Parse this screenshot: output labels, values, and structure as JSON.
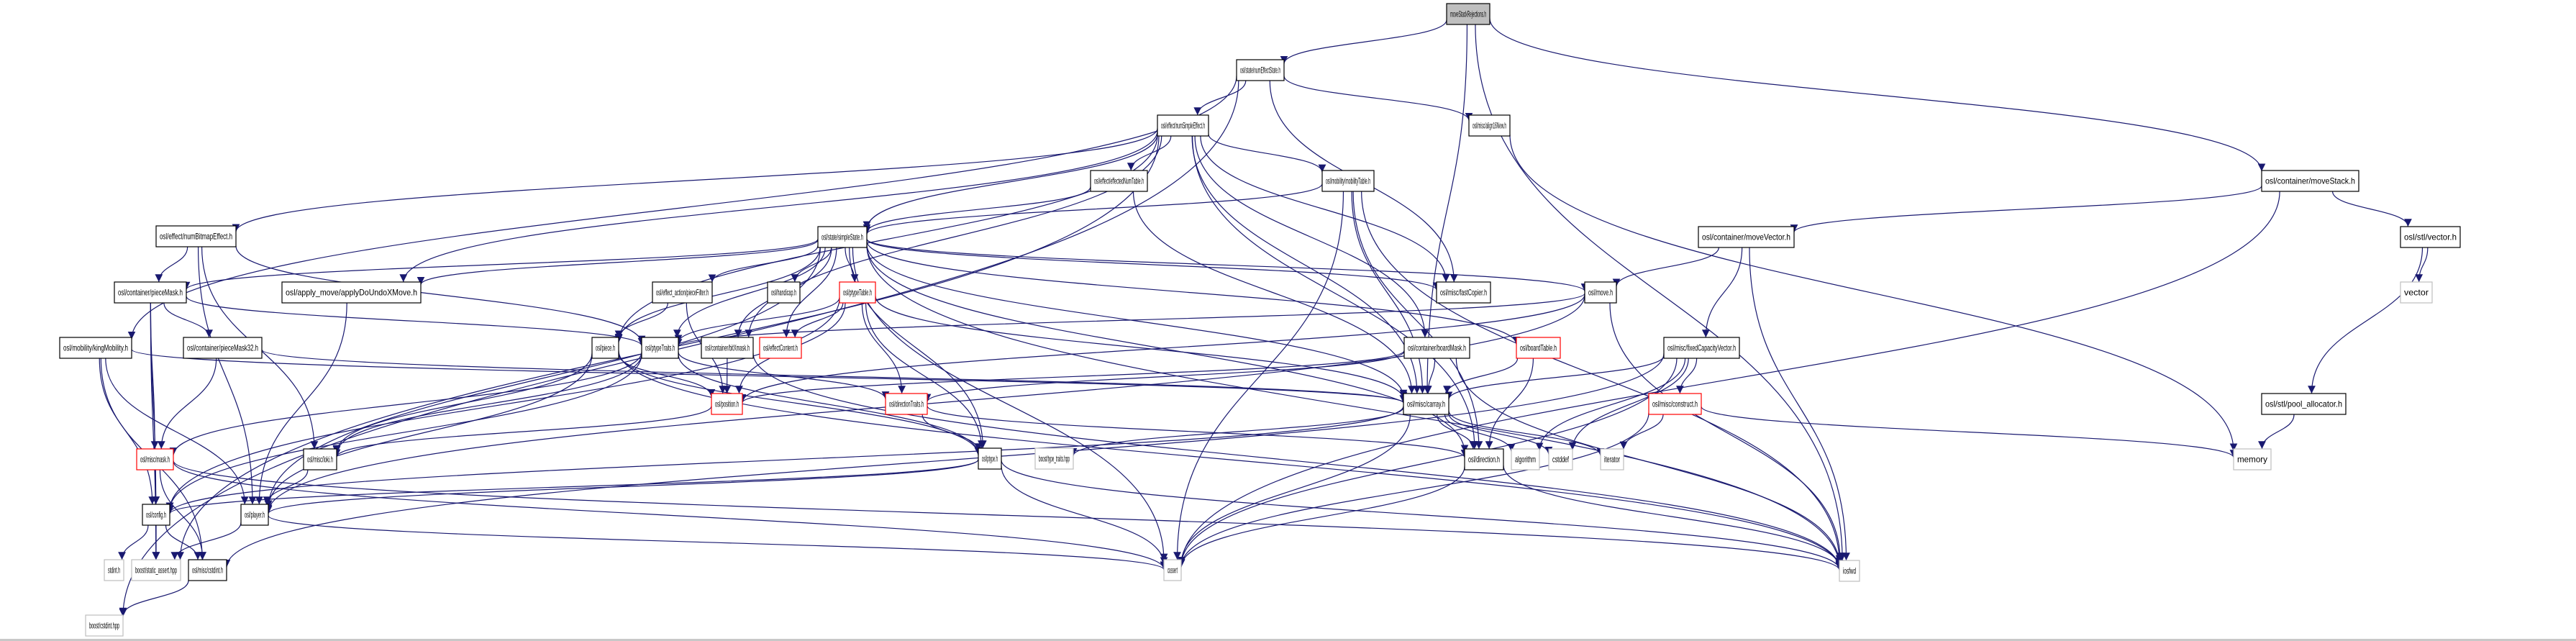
{
  "graph": {
    "title": "moveStackRejections.h include dependency graph",
    "edge_color": "#191970",
    "legend_colors": {
      "root_fill": "#bfbfbf",
      "documented_border": "#000000",
      "undocumented_border": "#ff0000",
      "external_border": "#bfbfbf"
    },
    "nodes": [
      {
        "id": "moveStackRejections",
        "label": "moveStackRejections.h",
        "kind": "root"
      },
      {
        "id": "numEffectState",
        "label": "osl/state/numEffectState.h",
        "kind": "doc"
      },
      {
        "id": "numSimpleEffect",
        "label": "osl/effect/numSimpleEffect.h",
        "kind": "doc"
      },
      {
        "id": "align16New",
        "label": "osl/misc/align16New.h",
        "kind": "doc"
      },
      {
        "id": "moveStack",
        "label": "osl/container/moveStack.h",
        "kind": "doc"
      },
      {
        "id": "numBitmapEffect",
        "label": "osl/effect/numBitmapEffect.h",
        "kind": "doc"
      },
      {
        "id": "effectedNumTable",
        "label": "osl/effect/effectedNumTable.h",
        "kind": "doc"
      },
      {
        "id": "mobilityTable",
        "label": "osl/mobility/mobilityTable.h",
        "kind": "doc"
      },
      {
        "id": "simpleState",
        "label": "osl/state/simpleState.h",
        "kind": "doc"
      },
      {
        "id": "moveVector",
        "label": "osl/container/moveVector.h",
        "kind": "doc"
      },
      {
        "id": "stlVector",
        "label": "osl/stl/vector.h",
        "kind": "doc"
      },
      {
        "id": "pieceMask",
        "label": "osl/container/pieceMask.h",
        "kind": "doc"
      },
      {
        "id": "applyDoUndoXMove",
        "label": "osl/apply_move/applyDoUndoXMove.h",
        "kind": "doc"
      },
      {
        "id": "pieceFilter",
        "label": "osl/effect_action/pieceFilter.h",
        "kind": "doc"
      },
      {
        "id": "handicap",
        "label": "osl/handicap.h",
        "kind": "doc"
      },
      {
        "id": "ptypeTable",
        "label": "osl/ptypeTable.h",
        "kind": "missing"
      },
      {
        "id": "fastCopier",
        "label": "osl/misc/fastCopier.h",
        "kind": "doc"
      },
      {
        "id": "move",
        "label": "osl/move.h",
        "kind": "doc"
      },
      {
        "id": "vector",
        "label": "vector",
        "kind": "external"
      },
      {
        "id": "kingMobility",
        "label": "osl/mobility/kingMobility.h",
        "kind": "doc"
      },
      {
        "id": "pieceMask32",
        "label": "osl/container/pieceMask32.h",
        "kind": "doc"
      },
      {
        "id": "piece",
        "label": "osl/piece.h",
        "kind": "doc"
      },
      {
        "id": "ptypeTraits",
        "label": "osl/ptypeTraits.h",
        "kind": "doc"
      },
      {
        "id": "bitXmask",
        "label": "osl/container/bitXmask.h",
        "kind": "doc"
      },
      {
        "id": "effectContent",
        "label": "osl/effectContent.h",
        "kind": "missing"
      },
      {
        "id": "boardMask",
        "label": "osl/container/boardMask.h",
        "kind": "doc"
      },
      {
        "id": "boardTable",
        "label": "osl/boardTable.h",
        "kind": "missing"
      },
      {
        "id": "fixedCapacityVector",
        "label": "osl/misc/fixedCapacityVector.h",
        "kind": "doc"
      },
      {
        "id": "poolAllocator",
        "label": "osl/stl/pool_allocator.h",
        "kind": "doc"
      },
      {
        "id": "position",
        "label": "osl/position.h",
        "kind": "missing"
      },
      {
        "id": "directionTraits",
        "label": "osl/directionTraits.h",
        "kind": "missing"
      },
      {
        "id": "carray",
        "label": "osl/misc/carray.h",
        "kind": "doc"
      },
      {
        "id": "construct",
        "label": "osl/misc/construct.h",
        "kind": "missing"
      },
      {
        "id": "mask",
        "label": "osl/misc/mask.h",
        "kind": "missing"
      },
      {
        "id": "loki",
        "label": "osl/misc/loki.h",
        "kind": "doc"
      },
      {
        "id": "ptype",
        "label": "osl/ptype.h",
        "kind": "doc"
      },
      {
        "id": "typeTraits",
        "label": "boost/type_traits.hpp",
        "kind": "external"
      },
      {
        "id": "direction",
        "label": "osl/direction.h",
        "kind": "doc"
      },
      {
        "id": "algorithm",
        "label": "algorithm",
        "kind": "external"
      },
      {
        "id": "cstddef",
        "label": "cstddef",
        "kind": "external"
      },
      {
        "id": "iterator",
        "label": "iterator",
        "kind": "external"
      },
      {
        "id": "memory",
        "label": "memory",
        "kind": "external"
      },
      {
        "id": "config",
        "label": "osl/config.h",
        "kind": "doc"
      },
      {
        "id": "player",
        "label": "osl/player.h",
        "kind": "doc"
      },
      {
        "id": "stdint",
        "label": "stdint.h",
        "kind": "external"
      },
      {
        "id": "staticAssert",
        "label": "boost/static_assert.hpp",
        "kind": "external"
      },
      {
        "id": "cstdintH",
        "label": "osl/misc/cstdint.h",
        "kind": "doc"
      },
      {
        "id": "cassert",
        "label": "cassert",
        "kind": "external"
      },
      {
        "id": "iosfwd",
        "label": "iosfwd",
        "kind": "external"
      },
      {
        "id": "boostCstdint",
        "label": "boost/cstdint.hpp",
        "kind": "external"
      }
    ],
    "edges": [
      [
        "moveStackRejections",
        "numEffectState"
      ],
      [
        "moveStackRejections",
        "moveStack"
      ],
      [
        "moveStackRejections",
        "carray"
      ],
      [
        "moveStackRejections",
        "iosfwd"
      ],
      [
        "numEffectState",
        "numSimpleEffect"
      ],
      [
        "numEffectState",
        "align16New"
      ],
      [
        "numEffectState",
        "fastCopier"
      ],
      [
        "numEffectState",
        "kingMobility"
      ],
      [
        "numEffectState",
        "boostCstdint"
      ],
      [
        "numSimpleEffect",
        "numBitmapEffect"
      ],
      [
        "numSimpleEffect",
        "effectedNumTable"
      ],
      [
        "numSimpleEffect",
        "mobilityTable"
      ],
      [
        "numSimpleEffect",
        "simpleState"
      ],
      [
        "numSimpleEffect",
        "applyDoUndoXMove"
      ],
      [
        "numSimpleEffect",
        "fastCopier"
      ],
      [
        "numSimpleEffect",
        "bitXmask"
      ],
      [
        "numSimpleEffect",
        "boardMask"
      ],
      [
        "numSimpleEffect",
        "piece"
      ],
      [
        "numSimpleEffect",
        "staticAssert"
      ],
      [
        "numSimpleEffect",
        "carray"
      ],
      [
        "numSimpleEffect",
        "direction"
      ],
      [
        "align16New",
        "memory"
      ],
      [
        "moveStack",
        "moveVector"
      ],
      [
        "moveStack",
        "stlVector"
      ],
      [
        "moveStack",
        "cassert"
      ],
      [
        "numBitmapEffect",
        "pieceMask"
      ],
      [
        "numBitmapEffect",
        "ptypeTraits"
      ],
      [
        "numBitmapEffect",
        "player"
      ],
      [
        "numBitmapEffect",
        "loki"
      ],
      [
        "effectedNumTable",
        "simpleState"
      ],
      [
        "effectedNumTable",
        "carray"
      ],
      [
        "mobilityTable",
        "simpleState"
      ],
      [
        "mobilityTable",
        "carray"
      ],
      [
        "mobilityTable",
        "direction"
      ],
      [
        "mobilityTable",
        "cassert"
      ],
      [
        "mobilityTable",
        "iosfwd"
      ],
      [
        "simpleState",
        "pieceMask"
      ],
      [
        "simpleState",
        "applyDoUndoXMove"
      ],
      [
        "simpleState",
        "pieceFilter"
      ],
      [
        "simpleState",
        "handicap"
      ],
      [
        "simpleState",
        "ptypeTable"
      ],
      [
        "simpleState",
        "fastCopier"
      ],
      [
        "simpleState",
        "move"
      ],
      [
        "simpleState",
        "piece"
      ],
      [
        "simpleState",
        "ptypeTraits"
      ],
      [
        "simpleState",
        "bitXmask"
      ],
      [
        "simpleState",
        "effectContent"
      ],
      [
        "simpleState",
        "boardTable"
      ],
      [
        "simpleState",
        "carray"
      ],
      [
        "simpleState",
        "ptype"
      ],
      [
        "simpleState",
        "player"
      ],
      [
        "simpleState",
        "direction"
      ],
      [
        "simpleState",
        "iosfwd"
      ],
      [
        "simpleState",
        "cassert"
      ],
      [
        "moveVector",
        "move"
      ],
      [
        "moveVector",
        "fixedCapacityVector"
      ],
      [
        "moveVector",
        "iosfwd"
      ],
      [
        "stlVector",
        "vector"
      ],
      [
        "stlVector",
        "poolAllocator"
      ],
      [
        "poolAllocator",
        "memory"
      ],
      [
        "pieceMask",
        "pieceMask32"
      ],
      [
        "pieceMask",
        "mask"
      ],
      [
        "pieceMask",
        "config"
      ],
      [
        "pieceMask",
        "ptypeTraits"
      ],
      [
        "pieceMask",
        "staticAssert"
      ],
      [
        "applyDoUndoXMove",
        "player"
      ],
      [
        "pieceFilter",
        "piece"
      ],
      [
        "pieceFilter",
        "position"
      ],
      [
        "ptypeTable",
        "ptypeTraits"
      ],
      [
        "ptypeTable",
        "effectContent"
      ],
      [
        "ptypeTable",
        "position"
      ],
      [
        "ptypeTable",
        "directionTraits"
      ],
      [
        "ptypeTable",
        "carray"
      ],
      [
        "ptypeTable",
        "ptype"
      ],
      [
        "ptypeTable",
        "config"
      ],
      [
        "move",
        "ptypeTraits"
      ],
      [
        "move",
        "position"
      ],
      [
        "move",
        "player"
      ],
      [
        "move",
        "iosfwd"
      ],
      [
        "kingMobility",
        "config"
      ],
      [
        "kingMobility",
        "player"
      ],
      [
        "kingMobility",
        "carray"
      ],
      [
        "kingMobility",
        "cstdintH"
      ],
      [
        "pieceMask32",
        "mask"
      ],
      [
        "pieceMask32",
        "carray"
      ],
      [
        "piece",
        "position"
      ],
      [
        "piece",
        "ptype"
      ],
      [
        "piece",
        "player"
      ],
      [
        "piece",
        "loki"
      ],
      [
        "piece",
        "iosfwd"
      ],
      [
        "ptypeTraits",
        "ptype"
      ],
      [
        "ptypeTraits",
        "mask"
      ],
      [
        "ptypeTraits",
        "directionTraits"
      ],
      [
        "ptypeTraits",
        "loki"
      ],
      [
        "ptypeTraits",
        "config"
      ],
      [
        "bitXmask",
        "position"
      ],
      [
        "bitXmask",
        "iosfwd"
      ],
      [
        "boardMask",
        "position"
      ],
      [
        "boardMask",
        "carray"
      ],
      [
        "boardMask",
        "directionTraits"
      ],
      [
        "boardMask",
        "iosfwd"
      ],
      [
        "boardTable",
        "carray"
      ],
      [
        "boardTable",
        "direction"
      ],
      [
        "fixedCapacityVector",
        "carray"
      ],
      [
        "fixedCapacityVector",
        "construct"
      ],
      [
        "fixedCapacityVector",
        "algorithm"
      ],
      [
        "fixedCapacityVector",
        "cstddef"
      ],
      [
        "fixedCapacityVector",
        "cassert"
      ],
      [
        "fixedCapacityVector",
        "cstdintH"
      ],
      [
        "position",
        "loki"
      ],
      [
        "directionTraits",
        "ptype"
      ],
      [
        "directionTraits",
        "direction"
      ],
      [
        "carray",
        "typeTraits"
      ],
      [
        "carray",
        "direction"
      ],
      [
        "carray",
        "algorithm"
      ],
      [
        "carray",
        "cstddef"
      ],
      [
        "carray",
        "iterator"
      ],
      [
        "carray",
        "cassert"
      ],
      [
        "carray",
        "config"
      ],
      [
        "construct",
        "iterator"
      ],
      [
        "construct",
        "memory"
      ],
      [
        "construct",
        "cassert"
      ],
      [
        "mask",
        "config"
      ],
      [
        "mask",
        "cstdintH"
      ],
      [
        "mask",
        "cassert"
      ],
      [
        "mask",
        "iosfwd"
      ],
      [
        "loki",
        "player"
      ],
      [
        "ptype",
        "config"
      ],
      [
        "ptype",
        "player"
      ],
      [
        "ptype",
        "cassert"
      ],
      [
        "ptype",
        "iosfwd"
      ],
      [
        "direction",
        "cassert"
      ],
      [
        "direction",
        "iosfwd"
      ],
      [
        "config",
        "stdint"
      ],
      [
        "config",
        "staticAssert"
      ],
      [
        "config",
        "cstdintH"
      ],
      [
        "player",
        "cassert"
      ],
      [
        "player",
        "staticAssert"
      ],
      [
        "cstdintH",
        "boostCstdint"
      ]
    ]
  }
}
